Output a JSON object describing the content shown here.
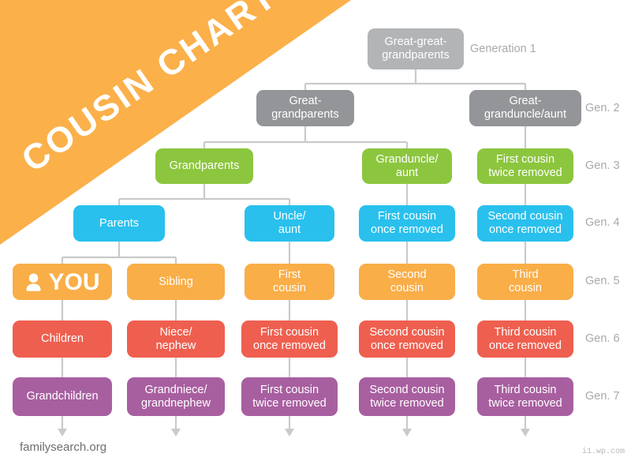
{
  "banner": {
    "title": "COUSIN CHART",
    "color": "#fbb04a"
  },
  "palette": {
    "gen1_grey": "#b2b4b6",
    "gen2_grey": "#939598",
    "gen3_green": "#8cc63e",
    "gen4_blue": "#29c0ed",
    "gen5_orange": "#f9ae48",
    "gen6_red": "#ef5f4f",
    "gen7_purple": "#a85fa0",
    "connector": "#c9cacb",
    "label_grey": "#a7a9ac"
  },
  "generations": [
    {
      "id": "gen1",
      "label": "Generation 1",
      "color": "#b2b4b6"
    },
    {
      "id": "gen2",
      "label": "Gen. 2",
      "color": "#939598"
    },
    {
      "id": "gen3",
      "label": "Gen. 3",
      "color": "#8cc63e"
    },
    {
      "id": "gen4",
      "label": "Gen. 4",
      "color": "#29c0ed"
    },
    {
      "id": "gen5",
      "label": "Gen. 5",
      "color": "#f9ae48"
    },
    {
      "id": "gen6",
      "label": "Gen. 6",
      "color": "#ef5f4f"
    },
    {
      "id": "gen7",
      "label": "Gen. 7",
      "color": "#a85fa0"
    }
  ],
  "nodes": [
    {
      "id": "n1",
      "line1": "Great-great-",
      "line2": "grandparents",
      "gen": 1,
      "col": 3
    },
    {
      "id": "n2",
      "line1": "Great-",
      "line2": "grandparents",
      "gen": 2,
      "col": 2
    },
    {
      "id": "n3",
      "line1": "Great-",
      "line2": "granduncle/aunt",
      "gen": 2,
      "col": 4
    },
    {
      "id": "n4",
      "line1": "Grandparents",
      "line2": "",
      "gen": 3,
      "col": 1
    },
    {
      "id": "n5",
      "line1": "Granduncle/",
      "line2": "aunt",
      "gen": 3,
      "col": 3
    },
    {
      "id": "n6",
      "line1": "First cousin",
      "line2": "twice removed",
      "gen": 3,
      "col": 4
    },
    {
      "id": "n7",
      "line1": "Parents",
      "line2": "",
      "gen": 4,
      "col": 1
    },
    {
      "id": "n8",
      "line1": "Uncle/",
      "line2": "aunt",
      "gen": 4,
      "col": 2
    },
    {
      "id": "n9",
      "line1": "First cousin",
      "line2": "once removed",
      "gen": 4,
      "col": 3
    },
    {
      "id": "n10",
      "line1": "Second cousin",
      "line2": "once removed",
      "gen": 4,
      "col": 4
    },
    {
      "id": "n11",
      "line1": "YOU",
      "line2": "",
      "gen": 5,
      "col": 0
    },
    {
      "id": "n12",
      "line1": "Sibling",
      "line2": "",
      "gen": 5,
      "col": 1
    },
    {
      "id": "n13",
      "line1": "First",
      "line2": "cousin",
      "gen": 5,
      "col": 2
    },
    {
      "id": "n14",
      "line1": "Second",
      "line2": "cousin",
      "gen": 5,
      "col": 3
    },
    {
      "id": "n15",
      "line1": "Third",
      "line2": "cousin",
      "gen": 5,
      "col": 4
    },
    {
      "id": "n16",
      "line1": "Children",
      "line2": "",
      "gen": 6,
      "col": 0
    },
    {
      "id": "n17",
      "line1": "Niece/",
      "line2": "nephew",
      "gen": 6,
      "col": 1
    },
    {
      "id": "n18",
      "line1": "First cousin",
      "line2": "once removed",
      "gen": 6,
      "col": 2
    },
    {
      "id": "n19",
      "line1": "Second cousin",
      "line2": "once removed",
      "gen": 6,
      "col": 3
    },
    {
      "id": "n20",
      "line1": "Third cousin",
      "line2": "once removed",
      "gen": 6,
      "col": 4
    },
    {
      "id": "n21",
      "line1": "Grandchildren",
      "line2": "",
      "gen": 7,
      "col": 0
    },
    {
      "id": "n22",
      "line1": "Grandniece/",
      "line2": "grandnephew",
      "gen": 7,
      "col": 1
    },
    {
      "id": "n23",
      "line1": "First cousin",
      "line2": "twice removed",
      "gen": 7,
      "col": 2
    },
    {
      "id": "n24",
      "line1": "Second cousin",
      "line2": "twice removed",
      "gen": 7,
      "col": 3
    },
    {
      "id": "n25",
      "line1": "Third cousin",
      "line2": "twice removed",
      "gen": 7,
      "col": 4
    }
  ],
  "footer": {
    "site": "familysearch.org",
    "watermark": "i1.wp.com"
  },
  "icons": {
    "you": "person-icon"
  }
}
